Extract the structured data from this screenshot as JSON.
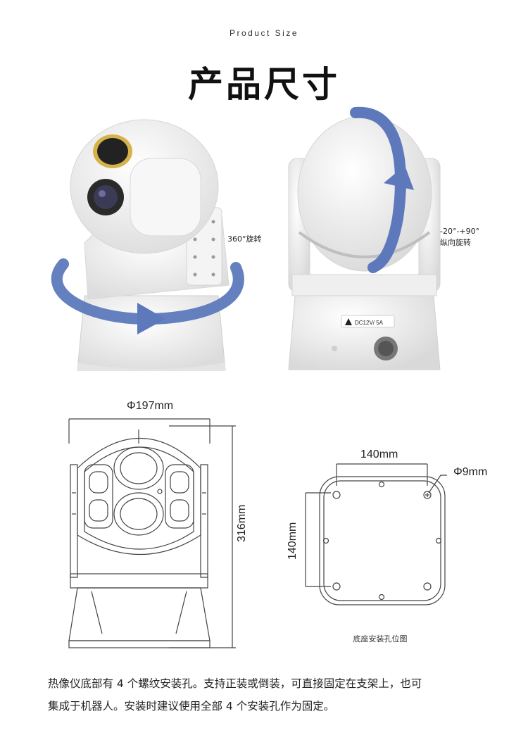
{
  "header": {
    "subtitle": "Product Size",
    "title": "产品尺寸"
  },
  "photos": {
    "front_label": "360°旋转",
    "back_label_line1": "-20°-+90°",
    "back_label_line2": "纵向旋转",
    "power_label": "DC12V/ 5A"
  },
  "drawing": {
    "width_dim": "Φ197mm",
    "height_dim": "316mm",
    "hole_spacing_w": "140mm",
    "hole_spacing_h": "140mm",
    "hole_diameter": "Φ9mm",
    "base_caption": "底座安装孔位图"
  },
  "description": {
    "line1": "热像仪底部有 4 个螺纹安装孔。支持正装或倒装，可直接固定在支架上，也可",
    "line2": "集成于机器人。安装时建议使用全部 4 个安装孔作为固定。"
  },
  "colors": {
    "arrow": "#5d79bb",
    "body": "#f2f2f2",
    "line": "#444444",
    "lens_ring": "#d6b24a"
  }
}
